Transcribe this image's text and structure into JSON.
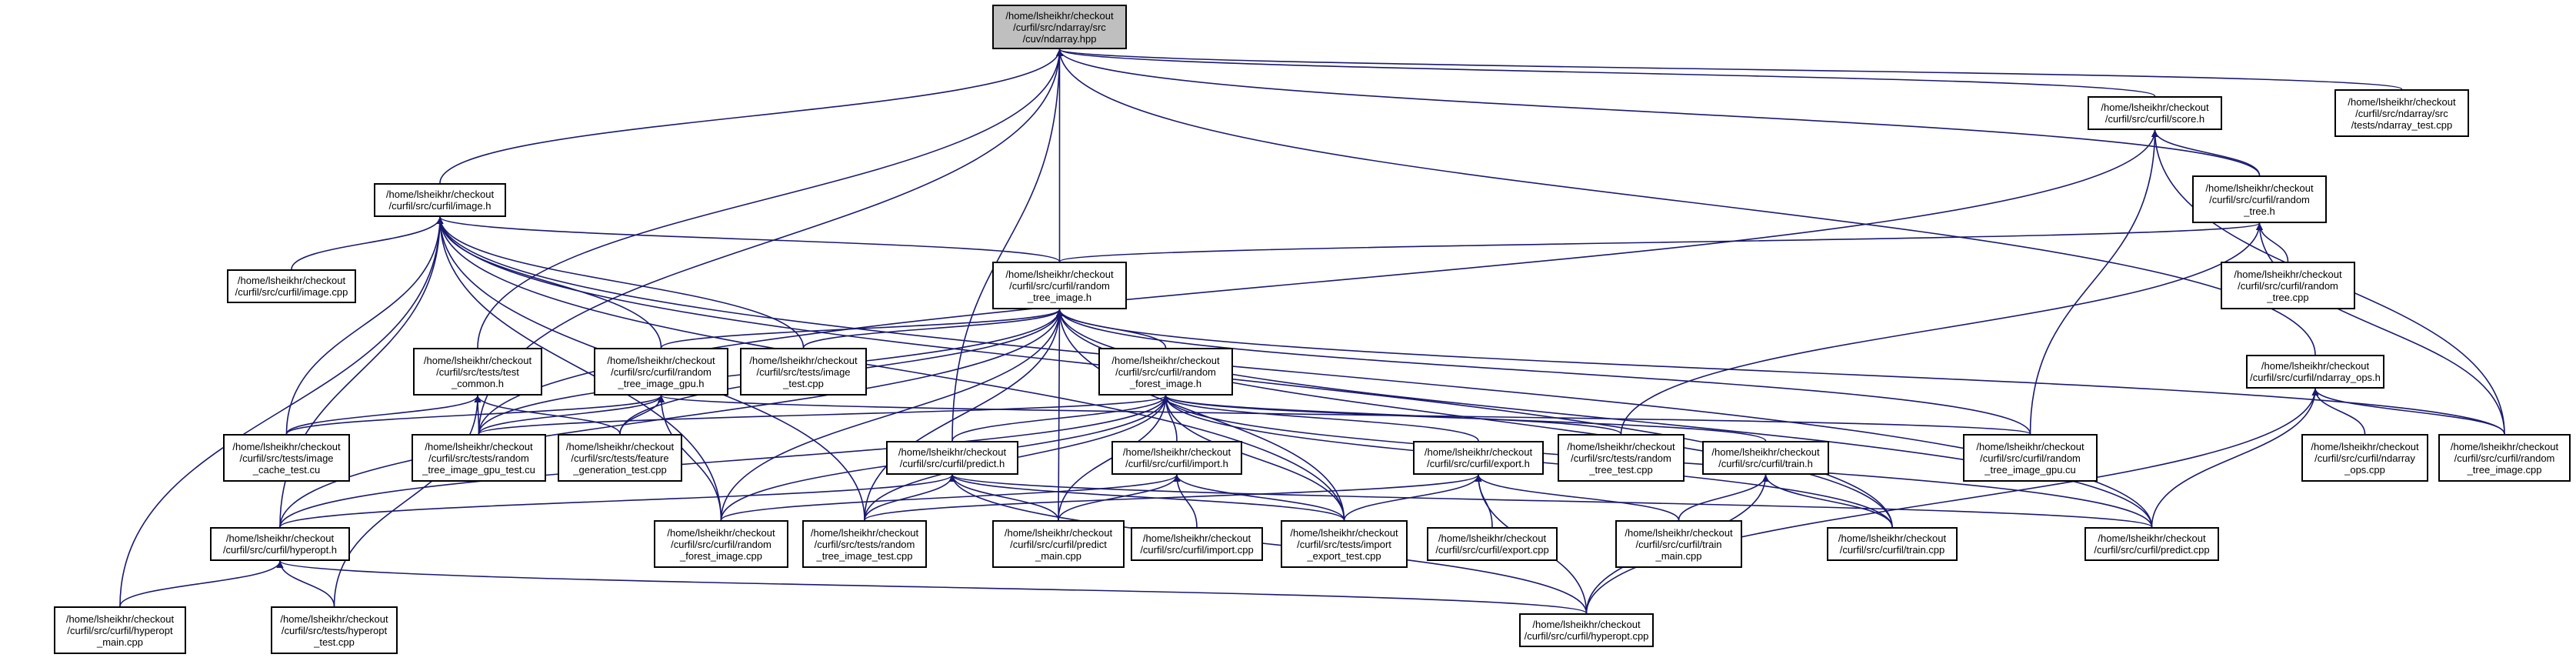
{
  "graph": {
    "root": "n_ndarray",
    "colors": {
      "edge": "#191970",
      "root_fill": "#bfbfbf",
      "node_fill": "#ffffff",
      "border": "#000000"
    },
    "nodes": [
      {
        "id": "n_ndarray",
        "lines": [
          "/home/lsheikhr/checkout",
          "/curfil/src/ndarray/src",
          "/cuv/ndarray.hpp"
        ]
      },
      {
        "id": "n_score_h",
        "lines": [
          "/home/lsheikhr/checkout",
          "/curfil/src/curfil/score.h"
        ]
      },
      {
        "id": "n_ndarray_test",
        "lines": [
          "/home/lsheikhr/checkout",
          "/curfil/src/ndarray/src",
          "/tests/ndarray_test.cpp"
        ]
      },
      {
        "id": "n_image_h",
        "lines": [
          "/home/lsheikhr/checkout",
          "/curfil/src/curfil/image.h"
        ]
      },
      {
        "id": "n_random_tree_h",
        "lines": [
          "/home/lsheikhr/checkout",
          "/curfil/src/curfil/random",
          "_tree.h"
        ]
      },
      {
        "id": "n_image_cpp",
        "lines": [
          "/home/lsheikhr/checkout",
          "/curfil/src/curfil/image.cpp"
        ]
      },
      {
        "id": "n_random_tree_image_h",
        "lines": [
          "/home/lsheikhr/checkout",
          "/curfil/src/curfil/random",
          "_tree_image.h"
        ]
      },
      {
        "id": "n_random_tree_cpp",
        "lines": [
          "/home/lsheikhr/checkout",
          "/curfil/src/curfil/random",
          "_tree.cpp"
        ]
      },
      {
        "id": "n_test_common_h",
        "lines": [
          "/home/lsheikhr/checkout",
          "/curfil/src/tests/test",
          "_common.h"
        ]
      },
      {
        "id": "n_rti_gpu_h",
        "lines": [
          "/home/lsheikhr/checkout",
          "/curfil/src/curfil/random",
          "_tree_image_gpu.h"
        ]
      },
      {
        "id": "n_image_test_cpp",
        "lines": [
          "/home/lsheikhr/checkout",
          "/curfil/src/tests/image",
          "_test.cpp"
        ]
      },
      {
        "id": "n_rf_image_h",
        "lines": [
          "/home/lsheikhr/checkout",
          "/curfil/src/curfil/random",
          "_forest_image.h"
        ]
      },
      {
        "id": "n_ndarray_ops_h",
        "lines": [
          "/home/lsheikhr/checkout",
          "/curfil/src/curfil/ndarray_ops.h"
        ]
      },
      {
        "id": "n_image_cache_test",
        "lines": [
          "/home/lsheikhr/checkout",
          "/curfil/src/tests/image",
          "_cache_test.cu"
        ]
      },
      {
        "id": "n_rti_gpu_test",
        "lines": [
          "/home/lsheikhr/checkout",
          "/curfil/src/tests/random",
          "_tree_image_gpu_test.cu"
        ]
      },
      {
        "id": "n_feature_gen_test",
        "lines": [
          "/home/lsheikhr/checkout",
          "/curfil/src/tests/feature",
          "_generation_test.cpp"
        ]
      },
      {
        "id": "n_predict_h",
        "lines": [
          "/home/lsheikhr/checkout",
          "/curfil/src/curfil/predict.h"
        ]
      },
      {
        "id": "n_import_h",
        "lines": [
          "/home/lsheikhr/checkout",
          "/curfil/src/curfil/import.h"
        ]
      },
      {
        "id": "n_export_h",
        "lines": [
          "/home/lsheikhr/checkout",
          "/curfil/src/curfil/export.h"
        ]
      },
      {
        "id": "n_rt_test_cpp",
        "lines": [
          "/home/lsheikhr/checkout",
          "/curfil/src/tests/random",
          "_tree_test.cpp"
        ]
      },
      {
        "id": "n_train_h",
        "lines": [
          "/home/lsheikhr/checkout",
          "/curfil/src/curfil/train.h"
        ]
      },
      {
        "id": "n_rti_gpu_cu",
        "lines": [
          "/home/lsheikhr/checkout",
          "/curfil/src/curfil/random",
          "_tree_image_gpu.cu"
        ]
      },
      {
        "id": "n_ndarray_ops_cpp",
        "lines": [
          "/home/lsheikhr/checkout",
          "/curfil/src/curfil/ndarray",
          "_ops.cpp"
        ]
      },
      {
        "id": "n_rti_cpp",
        "lines": [
          "/home/lsheikhr/checkout",
          "/curfil/src/curfil/random",
          "_tree_image.cpp"
        ]
      },
      {
        "id": "n_hyperopt_h",
        "lines": [
          "/home/lsheikhr/checkout",
          "/curfil/src/curfil/hyperopt.h"
        ]
      },
      {
        "id": "n_rf_image_cpp",
        "lines": [
          "/home/lsheikhr/checkout",
          "/curfil/src/curfil/random",
          "_forest_image.cpp"
        ]
      },
      {
        "id": "n_rti_test_cpp",
        "lines": [
          "/home/lsheikhr/checkout",
          "/curfil/src/tests/random",
          "_tree_image_test.cpp"
        ]
      },
      {
        "id": "n_predict_main",
        "lines": [
          "/home/lsheikhr/checkout",
          "/curfil/src/curfil/predict",
          "_main.cpp"
        ]
      },
      {
        "id": "n_import_cpp",
        "lines": [
          "/home/lsheikhr/checkout",
          "/curfil/src/curfil/import.cpp"
        ]
      },
      {
        "id": "n_import_export_test",
        "lines": [
          "/home/lsheikhr/checkout",
          "/curfil/src/tests/import",
          "_export_test.cpp"
        ]
      },
      {
        "id": "n_export_cpp",
        "lines": [
          "/home/lsheikhr/checkout",
          "/curfil/src/curfil/export.cpp"
        ]
      },
      {
        "id": "n_train_main",
        "lines": [
          "/home/lsheikhr/checkout",
          "/curfil/src/curfil/train",
          "_main.cpp"
        ]
      },
      {
        "id": "n_train_cpp",
        "lines": [
          "/home/lsheikhr/checkout",
          "/curfil/src/curfil/train.cpp"
        ]
      },
      {
        "id": "n_predict_cpp",
        "lines": [
          "/home/lsheikhr/checkout",
          "/curfil/src/curfil/predict.cpp"
        ]
      },
      {
        "id": "n_hyperopt_main",
        "lines": [
          "/home/lsheikhr/checkout",
          "/curfil/src/curfil/hyperopt",
          "_main.cpp"
        ]
      },
      {
        "id": "n_hyperopt_test",
        "lines": [
          "/home/lsheikhr/checkout",
          "/curfil/src/tests/hyperopt",
          "_test.cpp"
        ]
      },
      {
        "id": "n_hyperopt_cpp",
        "lines": [
          "/home/lsheikhr/checkout",
          "/curfil/src/curfil/hyperopt.cpp"
        ]
      }
    ],
    "edges": [
      [
        "n_score_h",
        "n_ndarray"
      ],
      [
        "n_ndarray_test",
        "n_ndarray"
      ],
      [
        "n_image_h",
        "n_ndarray"
      ],
      [
        "n_random_tree_image_h",
        "n_ndarray"
      ],
      [
        "n_test_common_h",
        "n_ndarray"
      ],
      [
        "n_predict_h",
        "n_ndarray"
      ],
      [
        "n_ndarray_ops_h",
        "n_ndarray"
      ],
      [
        "n_random_tree_h",
        "n_ndarray"
      ],
      [
        "n_rti_gpu_test",
        "n_ndarray"
      ],
      [
        "n_rti_cpp",
        "n_score_h"
      ],
      [
        "n_random_tree_h",
        "n_score_h"
      ],
      [
        "n_rti_gpu_cu",
        "n_score_h"
      ],
      [
        "n_rti_gpu_test",
        "n_score_h"
      ],
      [
        "n_image_cpp",
        "n_image_h"
      ],
      [
        "n_random_tree_image_h",
        "n_image_h"
      ],
      [
        "n_image_test_cpp",
        "n_image_h"
      ],
      [
        "n_rti_gpu_h",
        "n_image_h"
      ],
      [
        "n_image_cache_test",
        "n_image_h"
      ],
      [
        "n_hyperopt_h",
        "n_image_h"
      ],
      [
        "n_rf_image_cpp",
        "n_image_h"
      ],
      [
        "n_hyperopt_main",
        "n_image_h"
      ],
      [
        "n_import_export_test",
        "n_image_h"
      ],
      [
        "n_predict_cpp",
        "n_image_h"
      ],
      [
        "n_train_cpp",
        "n_image_h"
      ],
      [
        "n_rti_test_cpp",
        "n_image_h"
      ],
      [
        "n_random_tree_cpp",
        "n_random_tree_h"
      ],
      [
        "n_random_tree_image_h",
        "n_random_tree_h"
      ],
      [
        "n_rti_cpp",
        "n_random_tree_h"
      ],
      [
        "n_rt_test_cpp",
        "n_random_tree_h"
      ],
      [
        "n_rf_image_h",
        "n_random_tree_image_h"
      ],
      [
        "n_rti_gpu_h",
        "n_random_tree_image_h"
      ],
      [
        "n_image_test_cpp",
        "n_random_tree_image_h"
      ],
      [
        "n_rti_gpu_test",
        "n_random_tree_image_h"
      ],
      [
        "n_feature_gen_test",
        "n_random_tree_image_h"
      ],
      [
        "n_hyperopt_h",
        "n_random_tree_image_h"
      ],
      [
        "n_rti_test_cpp",
        "n_random_tree_image_h"
      ],
      [
        "n_predict_main",
        "n_random_tree_image_h"
      ],
      [
        "n_import_export_test",
        "n_random_tree_image_h"
      ],
      [
        "n_rti_gpu_cu",
        "n_random_tree_image_h"
      ],
      [
        "n_train_cpp",
        "n_random_tree_image_h"
      ],
      [
        "n_rti_cpp",
        "n_random_tree_image_h"
      ],
      [
        "n_rf_image_cpp",
        "n_random_tree_image_h"
      ],
      [
        "n_predict_cpp",
        "n_random_tree_image_h"
      ],
      [
        "n_image_cache_test",
        "n_test_common_h"
      ],
      [
        "n_rti_gpu_test",
        "n_test_common_h"
      ],
      [
        "n_feature_gen_test",
        "n_test_common_h"
      ],
      [
        "n_hyperopt_test",
        "n_test_common_h"
      ],
      [
        "n_rti_gpu_test",
        "n_rti_gpu_h"
      ],
      [
        "n_feature_gen_test",
        "n_rti_gpu_h"
      ],
      [
        "n_rf_image_cpp",
        "n_rti_gpu_h"
      ],
      [
        "n_rti_gpu_cu",
        "n_rti_gpu_h"
      ],
      [
        "n_image_cache_test",
        "n_rti_gpu_h"
      ],
      [
        "n_predict_h",
        "n_rf_image_h"
      ],
      [
        "n_import_h",
        "n_rf_image_h"
      ],
      [
        "n_export_h",
        "n_rf_image_h"
      ],
      [
        "n_train_h",
        "n_rf_image_h"
      ],
      [
        "n_rt_test_cpp",
        "n_rf_image_h"
      ],
      [
        "n_rf_image_cpp",
        "n_rf_image_h"
      ],
      [
        "n_rti_test_cpp",
        "n_rf_image_h"
      ],
      [
        "n_predict_main",
        "n_rf_image_h"
      ],
      [
        "n_import_export_test",
        "n_rf_image_h"
      ],
      [
        "n_rti_gpu_test",
        "n_rf_image_h"
      ],
      [
        "n_hyperopt_h",
        "n_rf_image_h"
      ],
      [
        "n_train_cpp",
        "n_rf_image_h"
      ],
      [
        "n_predict_cpp",
        "n_rf_image_h"
      ],
      [
        "n_ndarray_ops_cpp",
        "n_ndarray_ops_h"
      ],
      [
        "n_rti_cpp",
        "n_ndarray_ops_h"
      ],
      [
        "n_predict_cpp",
        "n_ndarray_ops_h"
      ],
      [
        "n_hyperopt_cpp",
        "n_ndarray_ops_h"
      ],
      [
        "n_hyperopt_h",
        "n_predict_h"
      ],
      [
        "n_rti_test_cpp",
        "n_predict_h"
      ],
      [
        "n_predict_main",
        "n_predict_h"
      ],
      [
        "n_import_export_test",
        "n_predict_h"
      ],
      [
        "n_predict_cpp",
        "n_predict_h"
      ],
      [
        "n_hyperopt_cpp",
        "n_predict_h"
      ],
      [
        "n_rf_image_cpp",
        "n_import_h"
      ],
      [
        "n_import_cpp",
        "n_import_h"
      ],
      [
        "n_import_export_test",
        "n_import_h"
      ],
      [
        "n_predict_main",
        "n_import_h"
      ],
      [
        "n_rti_test_cpp",
        "n_export_h"
      ],
      [
        "n_export_cpp",
        "n_export_h"
      ],
      [
        "n_import_export_test",
        "n_export_h"
      ],
      [
        "n_train_main",
        "n_export_h"
      ],
      [
        "n_hyperopt_cpp",
        "n_export_h"
      ],
      [
        "n_train_main",
        "n_train_h"
      ],
      [
        "n_train_cpp",
        "n_train_h"
      ],
      [
        "n_hyperopt_cpp",
        "n_train_h"
      ],
      [
        "n_hyperopt_main",
        "n_hyperopt_h"
      ],
      [
        "n_hyperopt_test",
        "n_hyperopt_h"
      ],
      [
        "n_hyperopt_cpp",
        "n_hyperopt_h"
      ]
    ]
  }
}
